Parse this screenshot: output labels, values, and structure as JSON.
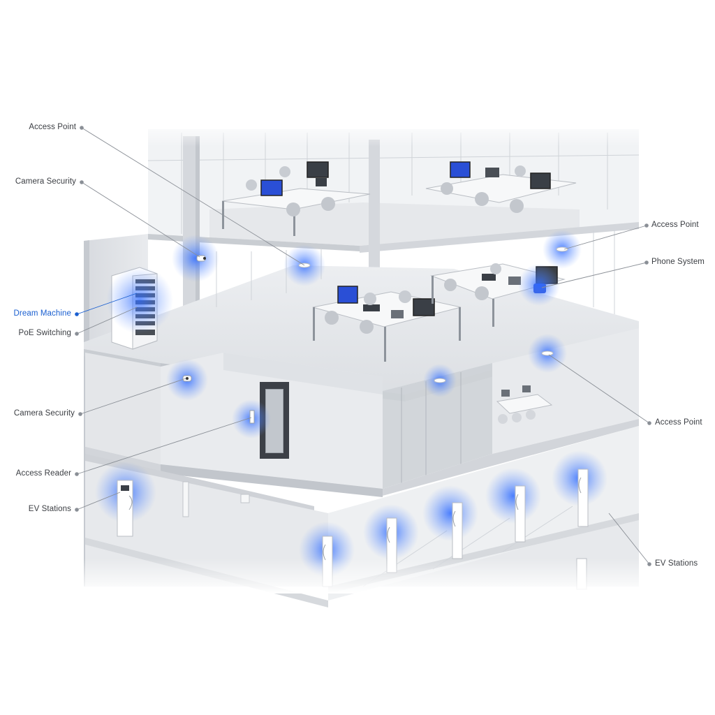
{
  "accent_color": "#1a5fd0",
  "glow_color": "#2f6bff",
  "labels": {
    "access_point_top": "Access Point",
    "camera_security_top": "Camera Security",
    "dream_machine": "Dream Machine",
    "poe_switching": "PoE Switching",
    "camera_security_mid": "Camera Security",
    "access_reader": "Access Reader",
    "ev_stations_left": "EV Stations",
    "access_point_right_top": "Access Point",
    "phone_system": "Phone System",
    "access_point_right_mid": "Access Point",
    "ev_stations_right": "EV Stations"
  }
}
